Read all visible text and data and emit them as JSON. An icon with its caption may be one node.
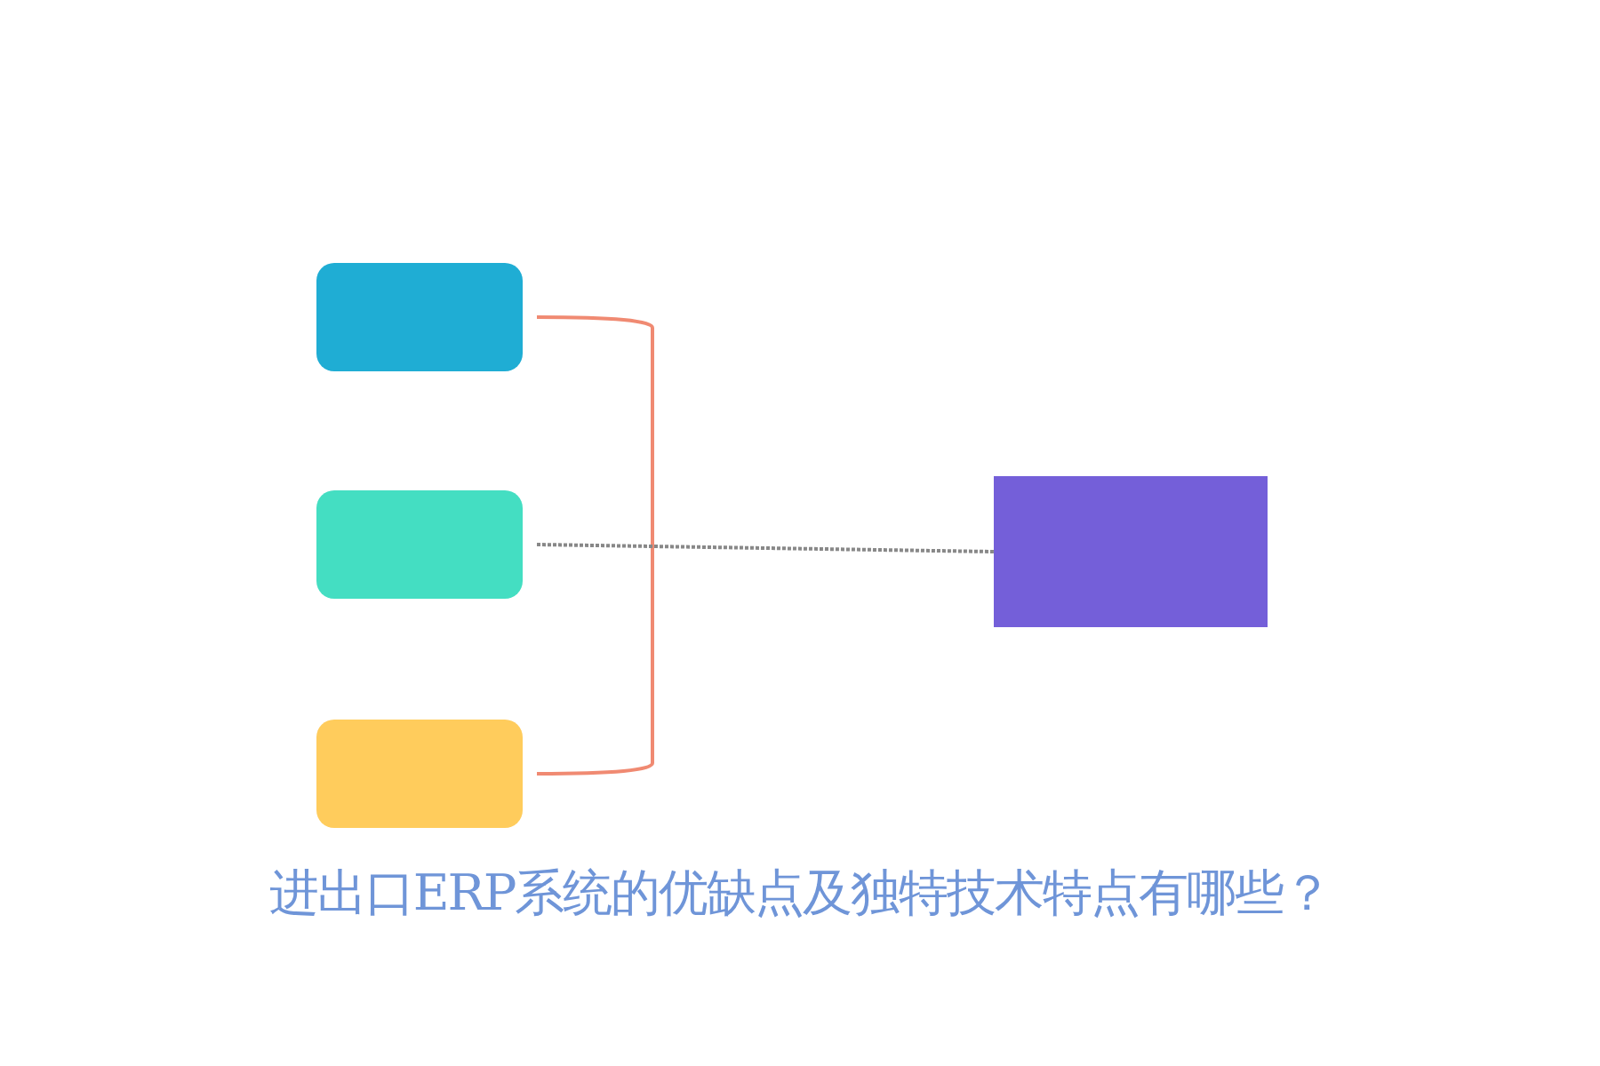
{
  "diagram": {
    "title": "进出口ERP系统的优缺点及独特技术特点有哪些？",
    "nodes": [
      {
        "text": [],
        "shape": "box"
      },
      {
        "text": [],
        "shape": "box"
      },
      {
        "text": [],
        "shape": "box"
      },
      {
        "text": [],
        "shape": "box"
      }
    ],
    "edges": [
      {
        "from": 0,
        "to": 2,
        "arrow": "none",
        "color": "#f08a72"
      },
      {
        "from": 1,
        "to": 3,
        "arrow": "none",
        "style": "dashed",
        "color": "#888888"
      }
    ]
  }
}
